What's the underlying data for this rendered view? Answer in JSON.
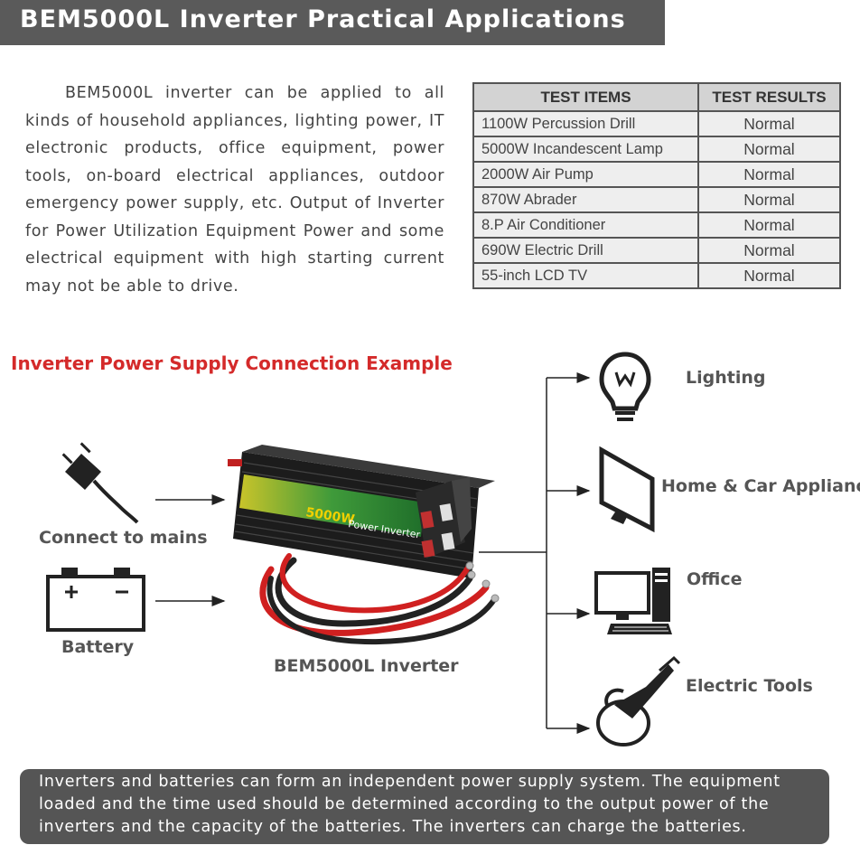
{
  "header": {
    "title": "BEM5000L  Inverter Practical Applications"
  },
  "intro": {
    "text": "BEM5000L inverter can be applied to all kinds of household appliances, lighting power, IT electronic products, office equipment, power tools, on-board electrical appliances, outdoor emergency power supply, etc. Output of Inverter for Power Utilization Equipment Power and some electrical equipment with high starting current may not be able to drive."
  },
  "test_table": {
    "headers": [
      "TEST ITEMS",
      "TEST RESULTS"
    ],
    "rows": [
      {
        "item": "1100W Percussion Drill",
        "result": "Normal"
      },
      {
        "item": "5000W Incandescent Lamp",
        "result": "Normal"
      },
      {
        "item": "2000W Air Pump",
        "result": "Normal"
      },
      {
        "item": "870W Abrader",
        "result": "Normal"
      },
      {
        "item": "8.P Air Conditioner",
        "result": "Normal"
      },
      {
        "item": "690W Electric Drill",
        "result": "Normal"
      },
      {
        "item": "55-inch LCD TV",
        "result": "Normal"
      }
    ]
  },
  "connection": {
    "title": "Inverter Power Supply Connection Example",
    "inputs": [
      "Connect to mains",
      "Battery"
    ],
    "inverter_label": "BEM5000L Inverter",
    "inverter_display": [
      "5000W",
      "Power Inverter"
    ],
    "outputs": [
      "Lighting",
      "Home & Car Appliances",
      "Office",
      "Electric Tools"
    ]
  },
  "footer": {
    "text": "Inverters and batteries can form an independent power supply system. The equipment loaded and the time used should be determined according to the output power of the inverters and the capacity of the batteries. The inverters can charge the batteries."
  },
  "colors": {
    "title_bg": "#5a5a5a",
    "accent_red": "#d42a2a",
    "footer_bg": "#555555"
  },
  "icons": [
    "plug-icon",
    "battery-icon",
    "inverter-image",
    "lightbulb-icon",
    "monitor-icon",
    "computer-icon",
    "angle-grinder-icon"
  ]
}
